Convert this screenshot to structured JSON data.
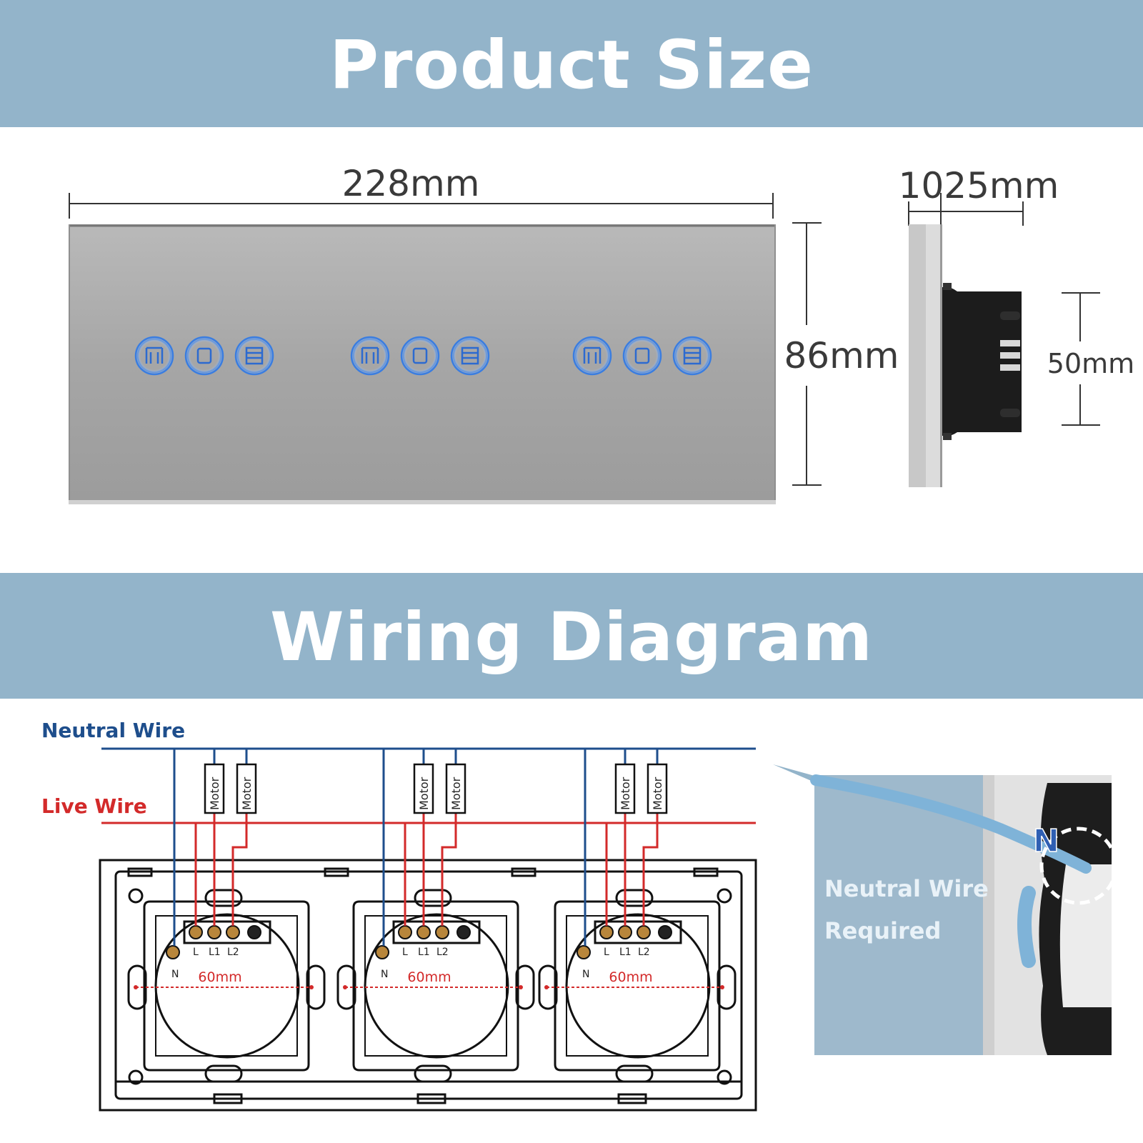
{
  "headings": {
    "product_size": "Product Size",
    "wiring_diagram": "Wiring Diagram"
  },
  "dimensions": {
    "width": "228mm",
    "height": "86mm",
    "depth_top": "1025mm",
    "box_height": "50mm",
    "module_spacing": "60mm"
  },
  "wires": {
    "neutral_label": "Neutral Wire",
    "live_label": "Live Wire",
    "neutral_color": "#1e4e8c",
    "live_color": "#d32a2a"
  },
  "motor_label": "Motor",
  "terminals": {
    "L": "L",
    "L1": "L1",
    "L2": "L2",
    "N": "N"
  },
  "touch_keys": [
    "open-icon",
    "stop-icon",
    "close-icon"
  ],
  "photo": {
    "caption_line1": "Neutral Wire",
    "caption_line2": "Required",
    "n_mark": "N"
  },
  "colors": {
    "banner": "#93b4ca",
    "panel": "#a9a9a9",
    "key_glow": "#3a7de0"
  }
}
